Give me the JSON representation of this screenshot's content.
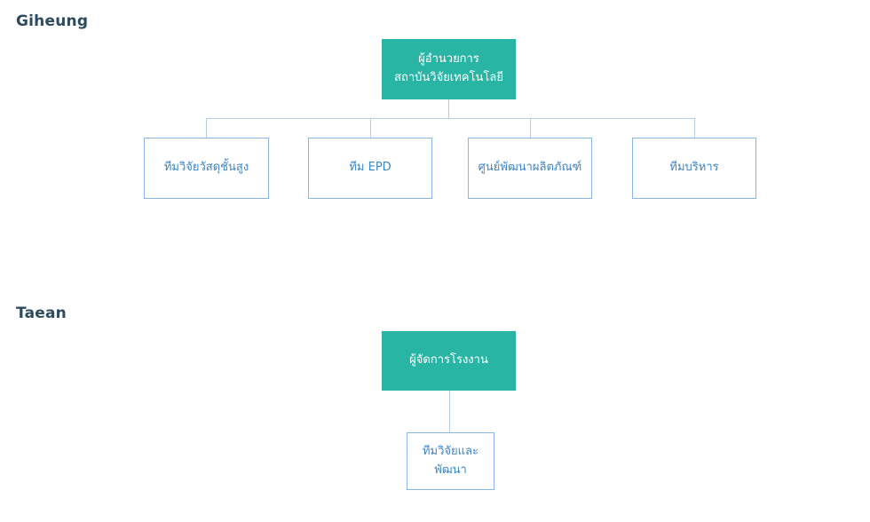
{
  "diagram": {
    "type": "org-chart",
    "sections": [
      {
        "title": "Giheung",
        "root": {
          "line1": "ผู้อำนวยการ",
          "line2": "สถาบันวิจัยเทคโนโลยี"
        },
        "children": [
          "ทีมวิจัยวัสดุชั้นสูง",
          "ทีม EPD",
          "ศูนย์พัฒนาผลิตภัณฑ์",
          "ทีมบริหาร"
        ]
      },
      {
        "title": "Taean",
        "root": {
          "line1": "ผู้จัดการโรงงาน"
        },
        "child": {
          "line1": "ทีมวิจัยและ",
          "line2": "พัฒนา"
        }
      }
    ]
  },
  "colors": {
    "background": "#ffffff",
    "root_bg": "#28b5a4",
    "root_text": "#ffffff",
    "child_border": "#8ab5e3",
    "child_text": "#3d85c6",
    "connector": "#b7cfe6",
    "section_title": "#2e4b5e"
  }
}
